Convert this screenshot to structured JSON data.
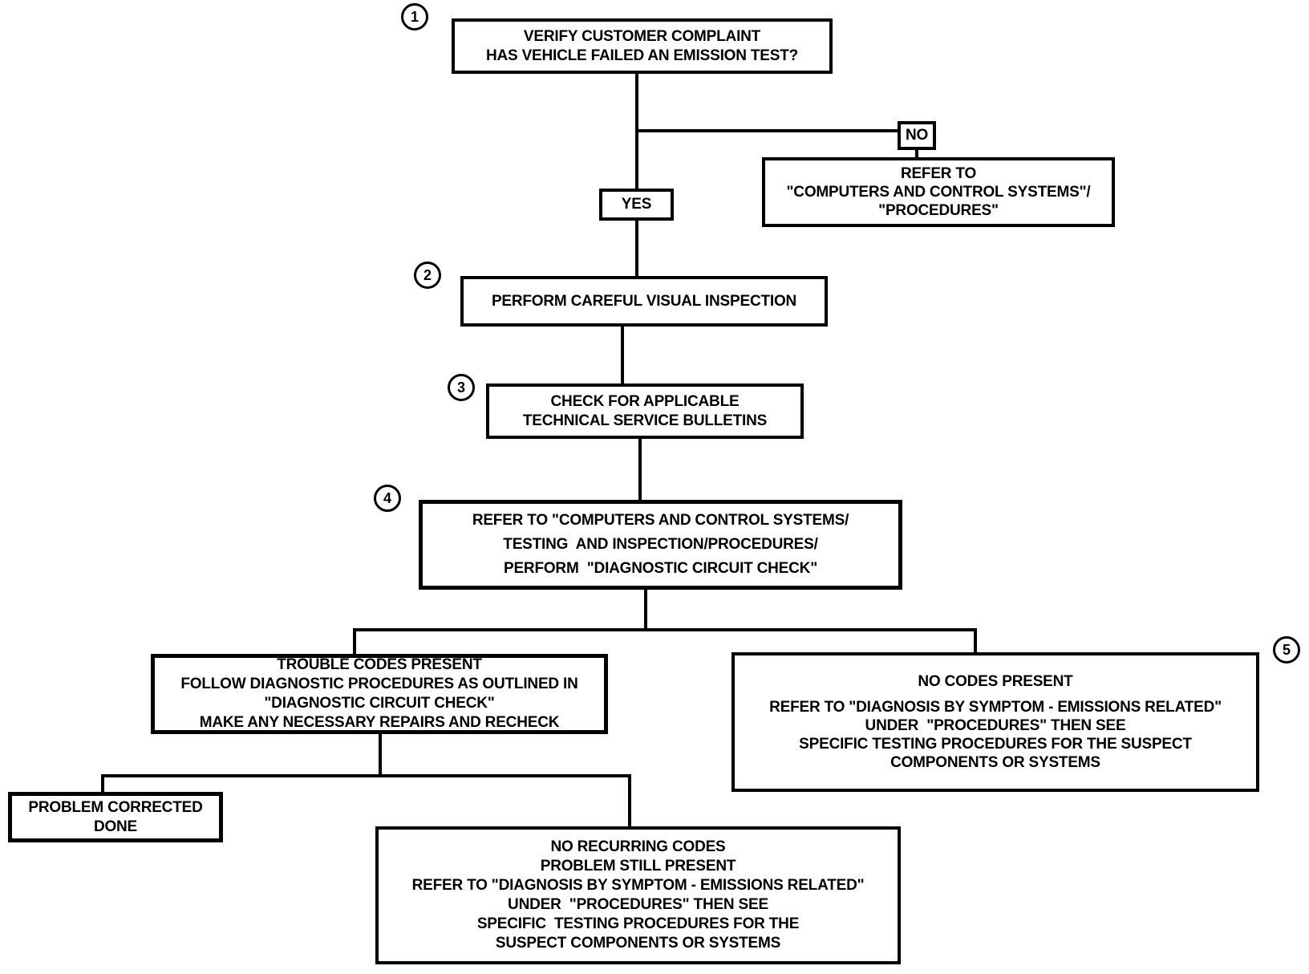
{
  "colors": {
    "ink": "#000000",
    "background": "#ffffff"
  },
  "steps": {
    "s1": "1",
    "s2": "2",
    "s3": "3",
    "s4": "4",
    "s5": "5"
  },
  "nodes": {
    "verify": {
      "lines": [
        "VERIFY CUSTOMER COMPLAINT",
        "HAS VEHICLE FAILED AN EMISSION TEST?"
      ]
    },
    "no_label": "NO",
    "yes_label": "YES",
    "refer_no": {
      "lines": [
        "REFER TO",
        "\"COMPUTERS AND CONTROL SYSTEMS\"/",
        "\"PROCEDURES\""
      ]
    },
    "visual": {
      "lines": [
        "PERFORM CAREFUL VISUAL INSPECTION"
      ]
    },
    "bulletins": {
      "lines": [
        "CHECK FOR APPLICABLE",
        "TECHNICAL SERVICE BULLETINS"
      ]
    },
    "circuit": {
      "lines": [
        "REFER TO \"COMPUTERS AND CONTROL SYSTEMS/",
        "TESTING  AND INSPECTION/PROCEDURES/",
        "PERFORM  \"DIAGNOSTIC CIRCUIT CHECK\""
      ]
    },
    "trouble": {
      "lines": [
        "TROUBLE CODES PRESENT",
        "FOLLOW DIAGNOSTIC PROCEDURES AS OUTLINED IN",
        "\"DIAGNOSTIC CIRCUIT CHECK\"",
        "MAKE ANY NECESSARY REPAIRS AND RECHECK"
      ]
    },
    "no_codes": {
      "lines": [
        "NO CODES PRESENT",
        "REFER TO \"DIAGNOSIS BY SYMPTOM - EMISSIONS RELATED\"",
        "UNDER  \"PROCEDURES\" THEN SEE",
        "SPECIFIC TESTING PROCEDURES FOR THE SUSPECT",
        "COMPONENTS OR SYSTEMS"
      ]
    },
    "problem": {
      "lines": [
        "PROBLEM CORRECTED",
        "DONE"
      ]
    },
    "recurring": {
      "lines": [
        "NO RECURRING CODES",
        "PROBLEM STILL PRESENT",
        "REFER TO \"DIAGNOSIS BY SYMPTOM - EMISSIONS RELATED\"",
        "UNDER  \"PROCEDURES\" THEN SEE",
        "SPECIFIC  TESTING PROCEDURES FOR THE",
        "SUSPECT COMPONENTS OR SYSTEMS"
      ]
    }
  }
}
